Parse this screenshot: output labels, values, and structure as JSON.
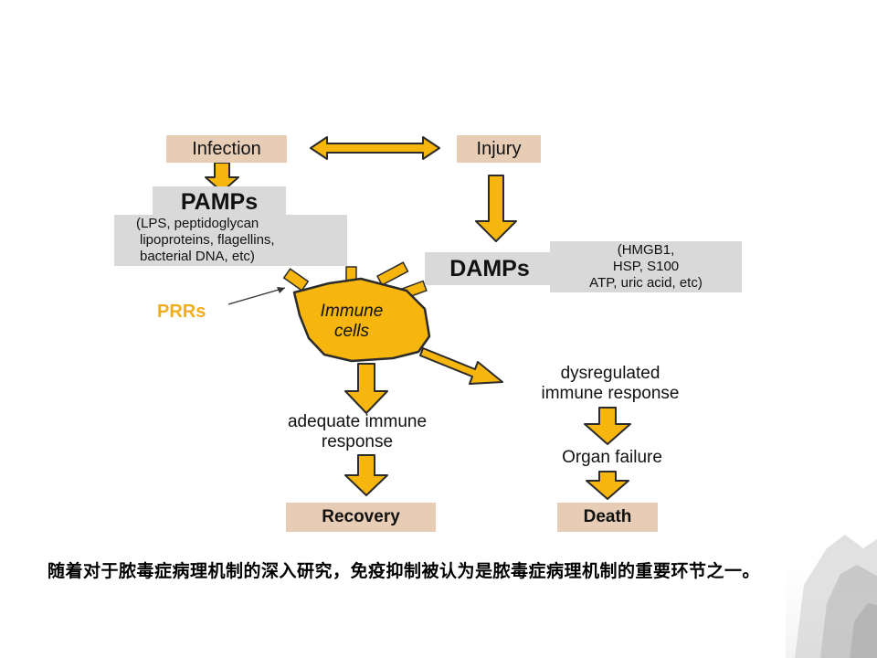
{
  "diagram": {
    "infection": "Infection",
    "injury": "Injury",
    "pamps": {
      "title": "PAMPs",
      "details": [
        "(LPS, peptidoglycan",
        "lipoproteins, flagellins,",
        "bacterial DNA, etc)"
      ]
    },
    "damps": {
      "title": "DAMPs",
      "details": [
        "(HMGB1,",
        "HSP, S100",
        "ATP, uric acid, etc)"
      ]
    },
    "prrs": "PRRs",
    "immune_cells": [
      "Immune",
      "cells"
    ],
    "adequate": [
      "adequate immune",
      "response"
    ],
    "dysregulated": [
      "dysregulated",
      "immune response"
    ],
    "organ_failure": "Organ failure",
    "recovery": "Recovery",
    "death": "Death"
  },
  "caption": "随着对于脓毒症病理机制的深入研究，免疫抑制被认为是脓毒症病理机制的重要环节之一。",
  "colors": {
    "arrow_fill": "#f6b60d",
    "prrs_text": "#f2ad1b",
    "tan_box": "#e8cdb6",
    "gray_box": "#d9d9d9"
  }
}
